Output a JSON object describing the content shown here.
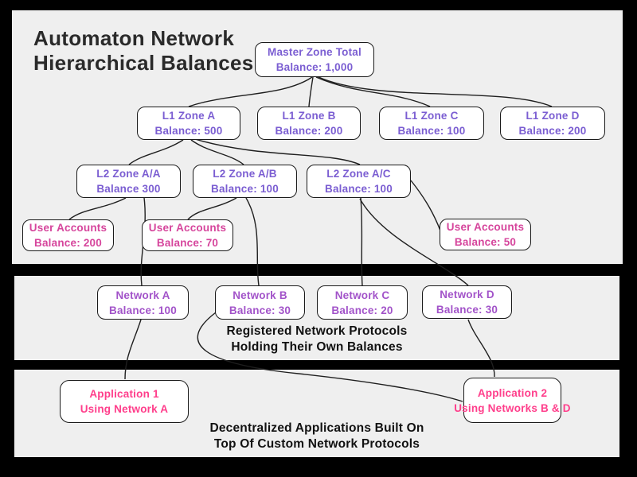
{
  "title": {
    "line1": "Automaton Network",
    "line2": "Hierarchical Balances"
  },
  "colors": {
    "background": "#000000",
    "band": "#efefef",
    "box_border": "#1a1a1a",
    "edge": "#1f1f1f",
    "zone": "#7b5ed2",
    "network": "#a253c9",
    "account": "#d6459c",
    "application": "#ff3e8b"
  },
  "nodes": {
    "master": {
      "title": "Master Zone Total",
      "subtitle": "Balance: 1,000"
    },
    "l1a": {
      "title": "L1 Zone A",
      "subtitle": "Balance: 500"
    },
    "l1b": {
      "title": "L1 Zone B",
      "subtitle": "Balance: 200"
    },
    "l1c": {
      "title": "L1 Zone C",
      "subtitle": "Balance: 100"
    },
    "l1d": {
      "title": "L1 Zone D",
      "subtitle": "Balance: 200"
    },
    "l2aa": {
      "title": "L2 Zone A/A",
      "subtitle": "Balance 300"
    },
    "l2ab": {
      "title": "L2 Zone A/B",
      "subtitle": "Balance: 100"
    },
    "l2ac": {
      "title": "L2 Zone A/C",
      "subtitle": "Balance: 100"
    },
    "ua200": {
      "title": "User Accounts",
      "subtitle": "Balance: 200"
    },
    "ua70": {
      "title": "User Accounts",
      "subtitle": "Balance: 70"
    },
    "ua50": {
      "title": "User Accounts",
      "subtitle": "Balance: 50"
    },
    "neta": {
      "title": "Network A",
      "subtitle": "Balance: 100"
    },
    "netb": {
      "title": "Network B",
      "subtitle": "Balance: 30"
    },
    "netc": {
      "title": "Network C",
      "subtitle": "Balance: 20"
    },
    "netd": {
      "title": "Network D",
      "subtitle": "Balance: 30"
    },
    "app1": {
      "title": "Application 1",
      "subtitle": "Using Network A"
    },
    "app2": {
      "title": "Application 2",
      "subtitle": "Using Networks B & D"
    }
  },
  "captions": {
    "networks_line1": "Registered Network Protocols",
    "networks_line2": "Holding Their Own Balances",
    "apps_line1": "Decentralized Applications Built On",
    "apps_line2": "Top Of Custom Network Protocols"
  },
  "hierarchy_edges": [
    [
      "master",
      "l1a"
    ],
    [
      "master",
      "l1b"
    ],
    [
      "master",
      "l1c"
    ],
    [
      "master",
      "l1d"
    ],
    [
      "l1a",
      "l2aa"
    ],
    [
      "l1a",
      "l2ab"
    ],
    [
      "l1a",
      "l2ac"
    ],
    [
      "l2aa",
      "ua200"
    ],
    [
      "l2ab",
      "ua70"
    ],
    [
      "l2ac",
      "ua50"
    ],
    [
      "l2aa",
      "neta"
    ],
    [
      "l2ab",
      "netb"
    ],
    [
      "l2ac",
      "netc"
    ],
    [
      "l2ac",
      "netd"
    ],
    [
      "neta",
      "app1"
    ],
    [
      "netb",
      "app2"
    ],
    [
      "netd",
      "app2"
    ]
  ]
}
